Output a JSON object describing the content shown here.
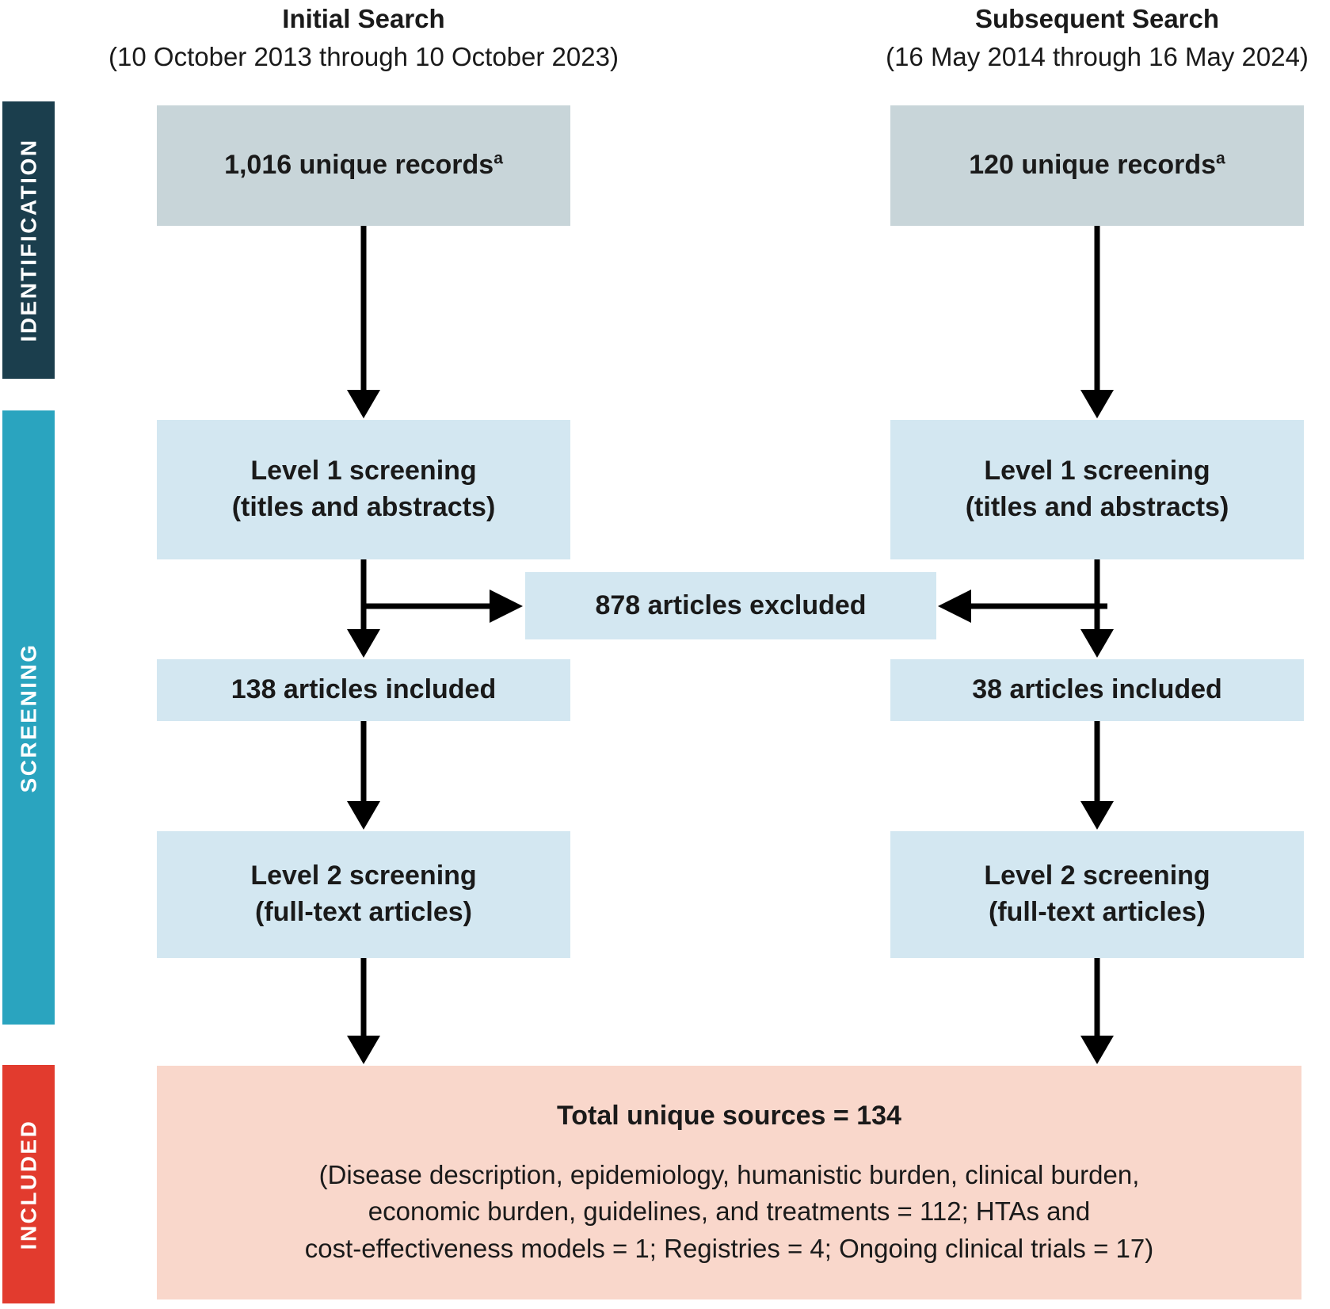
{
  "figure": {
    "type": "prisma-flow-diagram"
  },
  "columns": [
    {
      "title": "Initial Search",
      "subtitle": "(10 October 2013 through 10 October 2023)"
    },
    {
      "title": "Subsequent Search",
      "subtitle": "(16 May 2014 through 16 May 2024)"
    }
  ],
  "stages": [
    {
      "label": "IDENTIFICATION",
      "color": "#1b3e4d"
    },
    {
      "label": "SCREENING",
      "color": "#2aa4bf"
    },
    {
      "label": "INCLUDED",
      "color": "#e23b2e"
    }
  ],
  "boxes": {
    "left": {
      "records": "1,016 unique records",
      "records_sup": "a",
      "level1_line1": "Level 1 screening",
      "level1_line2": "(titles and abstracts)",
      "included": "138 articles included",
      "level2_line1": "Level 2 screening",
      "level2_line2": "(full-text articles)"
    },
    "right": {
      "records": "120 unique records",
      "records_sup": "a",
      "level1_line1": "Level 1 screening",
      "level1_line2": "(titles and abstracts)",
      "included": "38 articles included",
      "level2_line1": "Level 2 screening",
      "level2_line2": "(full-text articles)"
    },
    "excluded": "878 articles excluded",
    "total": {
      "title": "Total unique sources = 134",
      "detail_lines": [
        "(Disease description, epidemiology, humanistic burden, clinical burden,",
        "economic burden, guidelines, and treatments = 112; HTAs and",
        "cost-effectiveness models = 1; Registries = 4; Ongoing clinical trials = 17)"
      ]
    }
  },
  "colors": {
    "records_box": "#c8d5d9",
    "screening_box": "#d3e7f1",
    "included_box": "#f9d7cb",
    "arrow": "#000000"
  }
}
